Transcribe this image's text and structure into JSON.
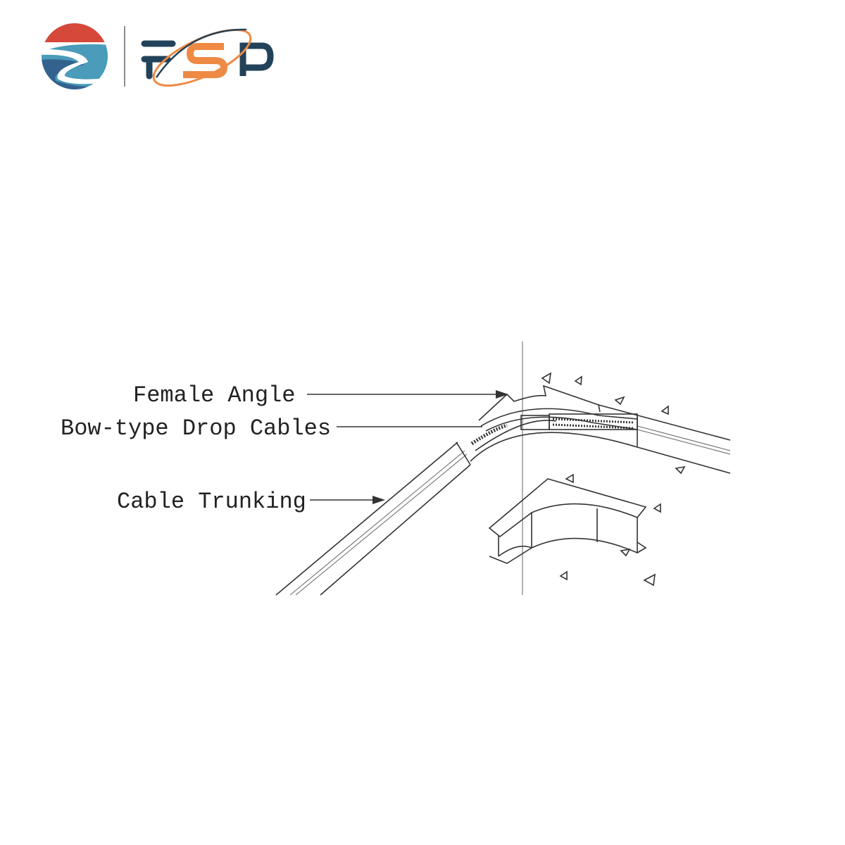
{
  "logo": {
    "brand_text": "FSP",
    "colors": {
      "red": "#d5483a",
      "light_blue": "#4a9cba",
      "dark_blue": "#34628f",
      "navy": "#22425a",
      "orange": "#ef8a44"
    }
  },
  "diagram": {
    "labels": {
      "female_angle": "Female Angle",
      "bow_type_drop_cables": "Bow-type Drop Cables",
      "cable_trunking": "Cable Trunking"
    }
  }
}
